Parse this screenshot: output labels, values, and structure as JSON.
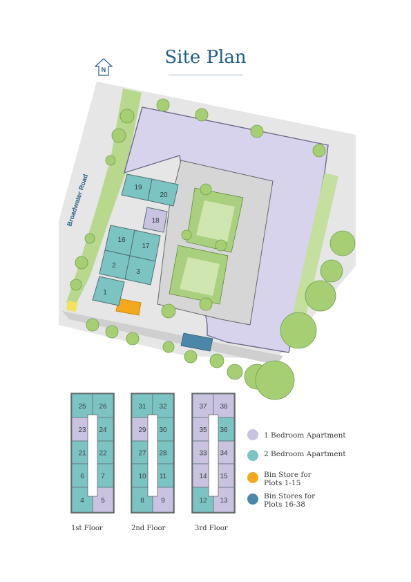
{
  "title": "Site Plan",
  "north_label": "N",
  "road_label": "Broadwater Road",
  "colors": {
    "one_bed": "#c9c2e0",
    "two_bed": "#7cc3c3",
    "bin_store_1_15": "#f4a81d",
    "bin_store_16_38": "#4a87a8",
    "building": "#d7d3ec",
    "green": "#b7d88d",
    "path": "#d9d9d9",
    "title": "#1f5f85"
  },
  "site_plots": [
    {
      "label": "19",
      "type": "two_bed"
    },
    {
      "label": "20",
      "type": "two_bed"
    },
    {
      "label": "18",
      "type": "one_bed"
    },
    {
      "label": "16",
      "type": "two_bed"
    },
    {
      "label": "17",
      "type": "two_bed"
    },
    {
      "label": "2",
      "type": "two_bed"
    },
    {
      "label": "3",
      "type": "two_bed"
    },
    {
      "label": "1",
      "type": "two_bed"
    }
  ],
  "floors": [
    {
      "label": "1st Floor",
      "units": [
        {
          "label": "25",
          "type": "two_bed"
        },
        {
          "label": "26",
          "type": "two_bed"
        },
        {
          "label": "23",
          "type": "one_bed"
        },
        {
          "label": "24",
          "type": "two_bed"
        },
        {
          "label": "21",
          "type": "two_bed"
        },
        {
          "label": "22",
          "type": "two_bed"
        },
        {
          "label": "6",
          "type": "two_bed"
        },
        {
          "label": "7",
          "type": "two_bed"
        },
        {
          "label": "4",
          "type": "two_bed"
        },
        {
          "label": "5",
          "type": "one_bed"
        }
      ]
    },
    {
      "label": "2nd Floor",
      "units": [
        {
          "label": "31",
          "type": "two_bed"
        },
        {
          "label": "32",
          "type": "two_bed"
        },
        {
          "label": "29",
          "type": "one_bed"
        },
        {
          "label": "30",
          "type": "two_bed"
        },
        {
          "label": "27",
          "type": "two_bed"
        },
        {
          "label": "28",
          "type": "two_bed"
        },
        {
          "label": "10",
          "type": "two_bed"
        },
        {
          "label": "11",
          "type": "two_bed"
        },
        {
          "label": "8",
          "type": "two_bed"
        },
        {
          "label": "9",
          "type": "one_bed"
        }
      ]
    },
    {
      "label": "3rd Floor",
      "units": [
        {
          "label": "37",
          "type": "one_bed"
        },
        {
          "label": "38",
          "type": "one_bed"
        },
        {
          "label": "35",
          "type": "one_bed"
        },
        {
          "label": "36",
          "type": "two_bed"
        },
        {
          "label": "33",
          "type": "one_bed"
        },
        {
          "label": "34",
          "type": "one_bed"
        },
        {
          "label": "14",
          "type": "one_bed"
        },
        {
          "label": "15",
          "type": "one_bed"
        },
        {
          "label": "12",
          "type": "two_bed"
        },
        {
          "label": "13",
          "type": "one_bed"
        }
      ]
    }
  ],
  "legend": [
    {
      "key": "one_bed",
      "label": "1 Bedroom Apartment"
    },
    {
      "key": "two_bed",
      "label": "2 Bedroom Apartment"
    },
    {
      "key": "bin_store_1_15",
      "label": "Bin Store for Plots 1-15"
    },
    {
      "key": "bin_store_16_38",
      "label": "Bin Stores for Plots 16-38"
    }
  ]
}
